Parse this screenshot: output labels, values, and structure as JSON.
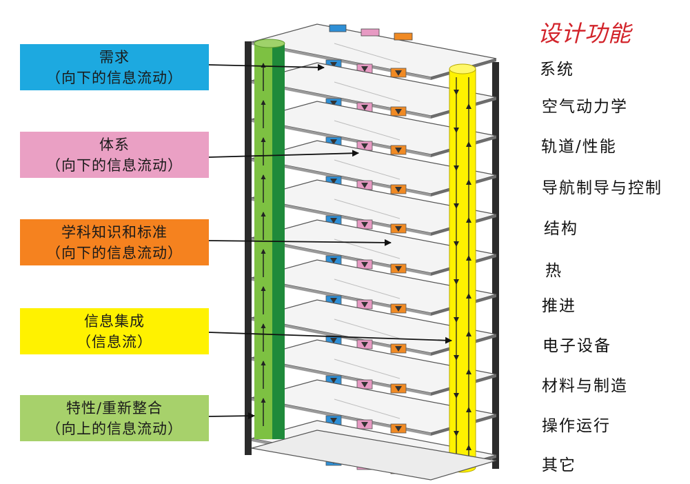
{
  "legend": [
    {
      "line1": "需求",
      "line2": "（向下的信息流动）",
      "color": "#1da9e0"
    },
    {
      "line1": "体系",
      "line2": "（向下的信息流动）",
      "color": "#eaa0c4"
    },
    {
      "line1": "学科知识和标准",
      "line2": "（向下的信息流动）",
      "color": "#f5821f"
    },
    {
      "line1": "信息集成",
      "line2": "（信息流）",
      "color": "#fff200"
    },
    {
      "line1": "特性/重新整合",
      "line2": "（向上的信息流动）",
      "color": "#a7d16b"
    }
  ],
  "functions": {
    "title": "设计功能",
    "items": [
      "系统",
      "空气动力学",
      "轨道/性能",
      "导航制导与控制",
      "结构",
      "热",
      "推进",
      "电子设备",
      "材料与制造",
      "操作运行",
      "其它"
    ]
  },
  "colors": {
    "green_pole": "#7dc142",
    "green_dark": "#1f8a3a",
    "yellow_pole": "#fff200",
    "blue_block": "#2e8fd6",
    "pink_block": "#e79ac3",
    "orange_block": "#f08a24",
    "title_red": "#d2232a"
  }
}
